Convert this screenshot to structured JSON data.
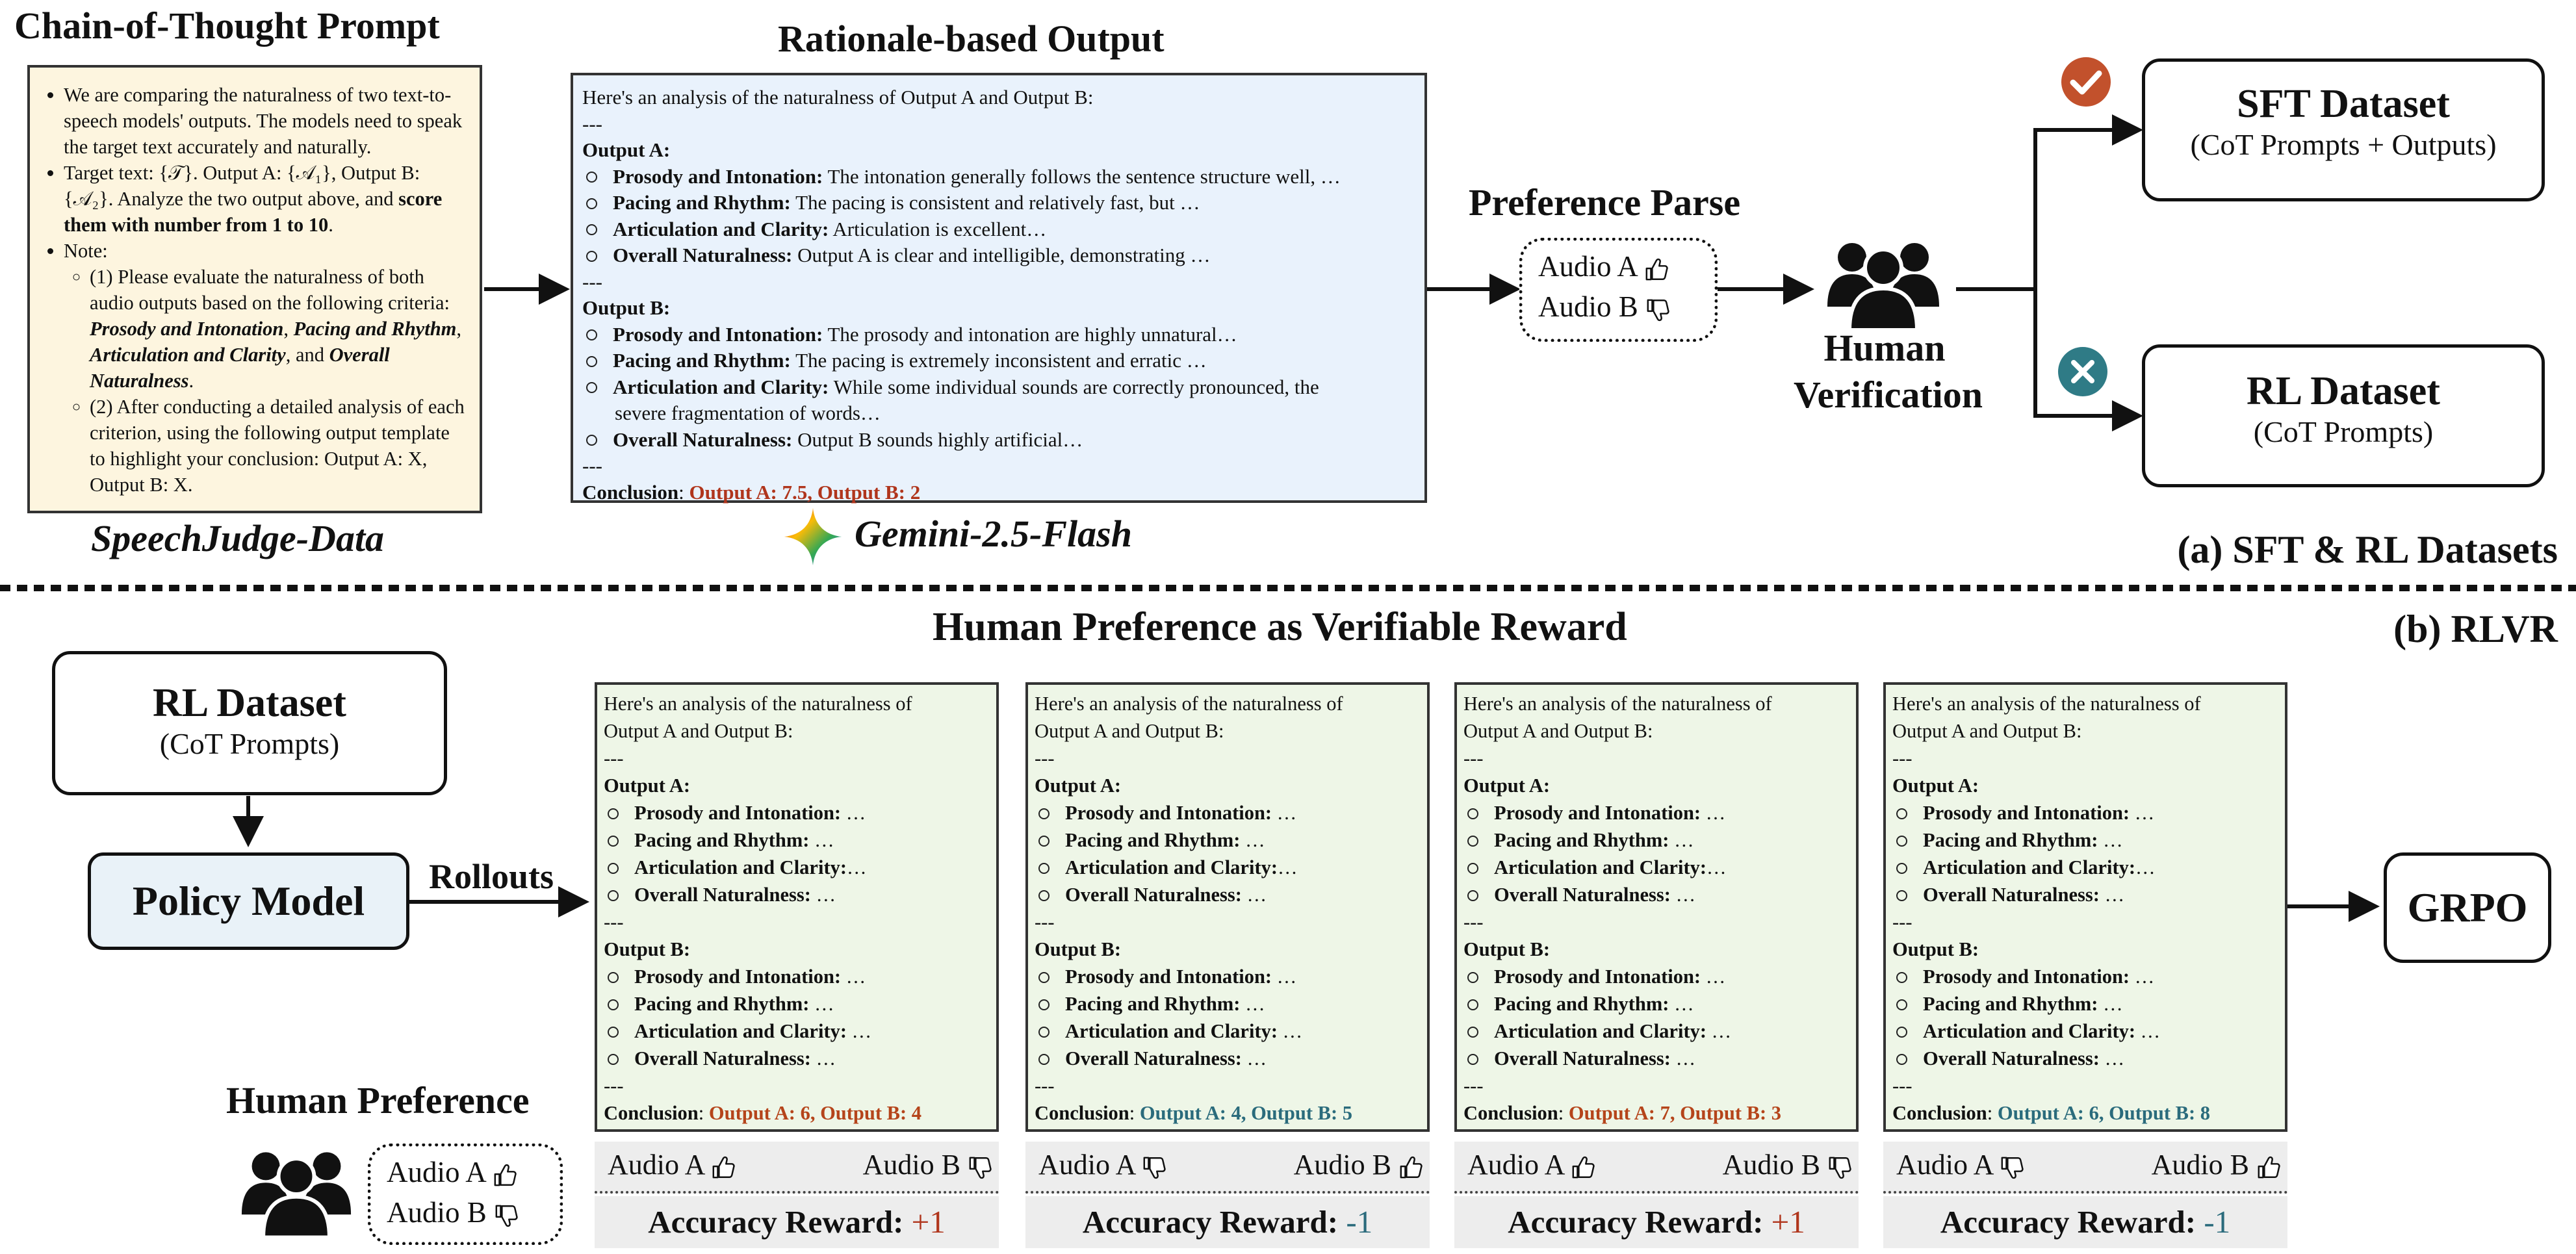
{
  "section_a": {
    "cot_title": "Chain-of-Thought Prompt",
    "cot": {
      "b1": "We are comparing the naturalness of two text-to-speech models' outputs. The models need to speak the target text accurately and naturally.",
      "b2_pre": "Target text: {𝒯}. Output A: {𝒜₁}, Output B: {𝒜₂}. Analyze the two output above, and ",
      "b2_bold": "score them with number from 1 to 10",
      "b2_post": ".",
      "b3": "Note:",
      "s1_pre": "(1) Please evaluate the naturalness of both audio outputs based on the following criteria: ",
      "s1_c1": "Prosody and Intonation",
      "s1_m1": ", ",
      "s1_c2": "Pacing and Rhythm",
      "s1_m2": ", ",
      "s1_c3": "Articulation and Clarity",
      "s1_m3": ", and ",
      "s1_c4": "Overall Naturalness",
      "s1_end": ".",
      "s2": "(2) After conducting a detailed analysis of each criterion, using the following output template to highlight your conclusion: Output A: X, Output B: X."
    },
    "data_label": "SpeechJudge-Data",
    "output_title": "Rationale-based Output",
    "output": {
      "intro": "Here's an analysis of the naturalness of Output A and Output B:",
      "sep": "---",
      "a_head": "Output A:",
      "a_items": [
        {
          "k": "Prosody and Intonation:",
          "v": " The intonation generally follows the sentence structure well, …"
        },
        {
          "k": "Pacing and Rhythm:",
          "v": " The pacing is consistent and relatively fast, but …"
        },
        {
          "k": "Articulation and Clarity:",
          "v": " Articulation is excellent…"
        },
        {
          "k": "Overall Naturalness:",
          "v": " Output A is clear and intelligible, demonstrating …"
        }
      ],
      "b_head": "Output B:",
      "b_items": [
        {
          "k": "Prosody and Intonation:",
          "v": " The prosody and intonation are highly unnatural…"
        },
        {
          "k": "Pacing and Rhythm:",
          "v": " The pacing is extremely inconsistent and erratic …"
        },
        {
          "k": "Articulation and Clarity:",
          "v": " While some individual sounds are correctly pronounced, the"
        },
        {
          "k": "",
          "v": "severe fragmentation of words…"
        },
        {
          "k": "Overall Naturalness:",
          "v": " Output B sounds highly artificial…"
        }
      ],
      "conclusion_label": "Conclusion",
      "conclusion_colon": ": ",
      "conclusion_value": "Output A: 7.5, Output B: 2"
    },
    "gemini_label": "Gemini-2.5-Flash",
    "pref_parse_title": "Preference Parse",
    "pref_parse": {
      "a": "Audio A",
      "b": "Audio B"
    },
    "human_verify": {
      "l1": "Human",
      "l2": "Verification"
    },
    "sft": {
      "title": "SFT Dataset",
      "sub": "(CoT Prompts + Outputs)"
    },
    "rl": {
      "title": "RL Dataset",
      "sub": "(CoT Prompts)"
    },
    "panel_label": "(a) SFT & RL Datasets"
  },
  "section_b": {
    "title": "Human Preference as Verifiable Reward",
    "panel_label": "(b) RLVR",
    "rl_dataset": {
      "title": "RL Dataset",
      "sub": "(CoT Prompts)"
    },
    "policy": "Policy Model",
    "rollouts": "Rollouts",
    "grpo": "GRPO",
    "human_pref_title": "Human Preference",
    "human_pref": {
      "a": "Audio A",
      "b": "Audio B"
    },
    "rollout_common": {
      "intro1": "Here's an analysis of the naturalness of",
      "intro2": "Output A and Output B:",
      "sep": "---",
      "a_head": "Output A:",
      "b_head": "Output B:",
      "k1": "Prosody and Intonation:",
      "k2": "Pacing and Rhythm:",
      "k3": "Articulation and Clarity:",
      "k4": "Overall Naturalness:",
      "ell": " …",
      "ell_tight": "…",
      "conclusion_label": "Conclusion",
      "conclusion_colon": ": ",
      "acc_label": "Accuracy Reward: ",
      "audio_a": "Audio A",
      "audio_b": "Audio B"
    },
    "rollouts_list": [
      {
        "conclusion": "Output A: 6, Output B: 4",
        "reward": "+1"
      },
      {
        "conclusion": "Output A: 4, Output B: 5",
        "reward": "-1"
      },
      {
        "conclusion": "Output A: 7, Output B: 3",
        "reward": "+1"
      },
      {
        "conclusion": "Output A: 6, Output B: 8",
        "reward": "-1"
      }
    ]
  },
  "colors": {
    "red": "#b0351c",
    "teal": "#2a6b7c",
    "check": "#c2512c",
    "cross": "#2f7b86"
  },
  "icons": [
    "thumbs-up-icon",
    "thumbs-down-icon",
    "people-icon",
    "check-icon",
    "cross-icon",
    "gemini-star-icon"
  ]
}
